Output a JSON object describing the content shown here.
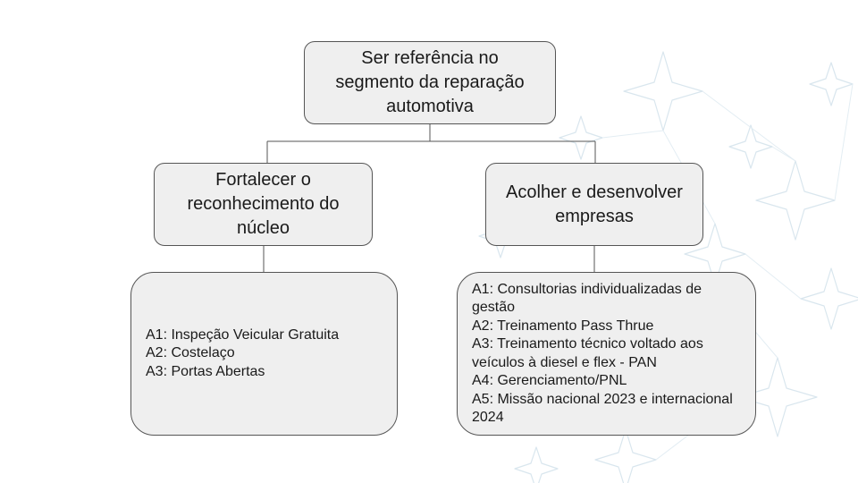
{
  "diagram": {
    "root": {
      "label": "Ser referência no\nsegmento da reparação\nautomotiva"
    },
    "branches": [
      {
        "label": "Fortalecer o\nreconhecimento do\nnúcleo",
        "actions": [
          "A1: Inspeção Veicular Gratuita",
          "A2: Costelaço",
          "A3: Portas Abertas"
        ]
      },
      {
        "label": "Acolher e desenvolver\nempresas",
        "actions": [
          "A1: Consultorias individualizadas de gestão",
          "A2: Treinamento Pass Thrue",
          "A3: Treinamento técnico voltado aos veículos à diesel e flex - PAN",
          "A4: Gerenciamento/PNL",
          "A5: Missão nacional 2023 e internacional 2024"
        ]
      }
    ]
  },
  "colors": {
    "box_fill": "#efefef",
    "box_border": "#555555",
    "connector": "#555555",
    "background_pattern": "#d9e6ee"
  }
}
